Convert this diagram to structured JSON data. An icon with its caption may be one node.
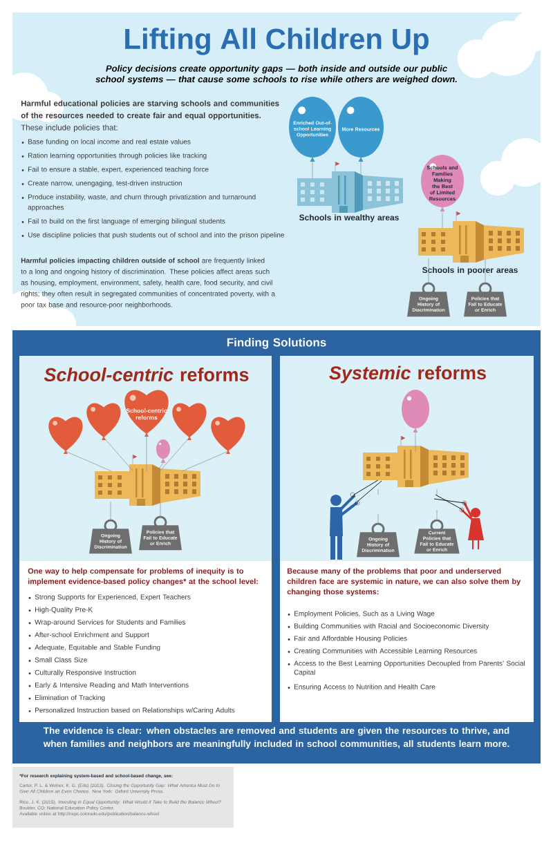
{
  "diagram": {
    "title": "Lifting All Children Up",
    "nodes": [
      {
        "text": [
          "Enriched Out-of-school Learning Opportunities"
        ]
      },
      {
        "text": [
          "More Resources"
        ]
      },
      {
        "text": [],
        "shape": "picture",
        "beside": [
          "Schools in wealthy areas"
        ]
      },
      {
        "text": [
          "Schools and Families Making the Best of Limited Resources"
        ]
      },
      {
        "text": [],
        "shape": "picture",
        "beside": [
          "Schools in poorer areas"
        ]
      },
      {
        "text": [
          "Ongoing History of Discrimination"
        ]
      },
      {
        "text": [
          "Policies that Fail to Educate or Enrich"
        ]
      },
      {
        "text": [
          "School-centric reforms"
        ]
      },
      {
        "text": [],
        "shape": "balloon"
      },
      {
        "text": [],
        "shape": "balloon"
      },
      {
        "text": [],
        "shape": "balloon"
      },
      {
        "text": [],
        "shape": "balloon"
      },
      {
        "text": [],
        "shape": "balloon"
      },
      {
        "text": [],
        "shape": "picture"
      },
      {
        "text": [
          "Ongoing History of Discrimination"
        ]
      },
      {
        "text": [
          "Policies that Fail to Educate or Enrich"
        ]
      },
      {
        "text": [],
        "shape": "balloon"
      },
      {
        "text": [],
        "shape": "picture"
      },
      {
        "text": [
          "Ongoing History of Discrimination"
        ]
      },
      {
        "text": [
          "Current Policies that Fail to Educate or Enrich"
        ]
      }
    ],
    "edges": [
      {
        "from": 0,
        "to": 2,
        "arrow": "none"
      },
      {
        "from": 1,
        "to": 2,
        "arrow": "none"
      },
      {
        "from": 3,
        "to": 4,
        "arrow": "none"
      },
      {
        "from": 4,
        "to": 5,
        "arrow": "none"
      },
      {
        "from": 4,
        "to": 6,
        "arrow": "none"
      },
      {
        "from": 8,
        "to": 13,
        "arrow": "none"
      },
      {
        "from": 9,
        "to": 13,
        "arrow": "none"
      },
      {
        "from": 7,
        "to": 13,
        "arrow": "none"
      },
      {
        "from": 10,
        "to": 13,
        "arrow": "none"
      },
      {
        "from": 11,
        "to": 13,
        "arrow": "none"
      },
      {
        "from": 12,
        "to": 13,
        "arrow": "none"
      },
      {
        "from": 13,
        "to": 14,
        "arrow": "none"
      },
      {
        "from": 13,
        "to": 15,
        "arrow": "none"
      },
      {
        "from": 16,
        "to": 17,
        "arrow": "none"
      }
    ],
    "labels": [
      "Policy decisions create opportunity gaps — both inside and outside our public school systems — that cause some schools to rise while others are weighed down.",
      "**Harmful educational policies are starving schools and communities of the resources needed to create fair and equal opportunities.** These include policies that:",
      "Base funding on local income and real estate values",
      "Ration learning opportunities through policies like tracking",
      "Fail to ensure a stable, expert, experienced teaching force",
      "Create narrow, unengaging, test-driven instruction",
      "Produce instability, waste, and churn through privatization and turnaround approaches",
      "Fail to build on the first language of emerging bilingual students",
      "Use discipline policies that push students out of school and into the prison pipeline",
      "**Harmful policies impacting children outside of school** are frequently linked to a long and ongoing history of discrimination. These policies affect areas such as housing, employment, environment, safety, health care, food security, and civil rights; they often result in segregated communities of concentrated poverty, with a poor tax base and resource-poor neighborhoods.",
      "Finding Solutions",
      "*School-centric* reforms",
      "*Systemic* reforms",
      "One way to help compensate for problems of inequity is to implement evidence-based policy changes* at the school level:",
      "Strong Supports for Experienced, Expert Teachers",
      "High-Quality Pre-K",
      "Wrap-around Services for Students and Families",
      "After-school Enrichment and Support",
      "Adequate, Equitable and Stable Funding",
      "Small Class Size",
      "Culturally Responsive Instruction",
      "Early & Intensive Reading and Math Interventions",
      "Elimination of Tracking",
      "Personalized Instruction based on Relationships w/Caring Adults",
      "Because many of the problems that poor and underserved children face are systemic in nature, we can also solve them by changing those systems:",
      "Employment Policies, Such as a Living Wage",
      "Building Communities with Racial and Socioeconomic Diversity",
      "Fair and Affordable Housing Policies",
      "Creating Communities with Accessible Learning Resources",
      "Access to the Best Learning Opportunities Decoupled from Parents’ Social Capital",
      "Ensuring Access to Nutrition and Health Care",
      "The evidence is clear: when obstacles are removed and students are given the resources to thrive, and when families and neighbors are meaningfully included in school communities, all students learn more.",
      "*For research explaining system-based and school-based change, see:",
      "Carter, P. L. & Welner, K. G. (Eds) (2013). *Closing the Opportunity Gap: What America Must Do to Give All Children an Even Chance.* New York: Oxford University Press.",
      "Rice, J. K. (2015). *Investing in Equal Opportunity: What Would it Take to Build the Balance Wheel?* Boulder, CO: National Education Policy Center.",
      "Available online at http://nepc.colorado.edu/publication/balance-wheel"
    ]
  }
}
